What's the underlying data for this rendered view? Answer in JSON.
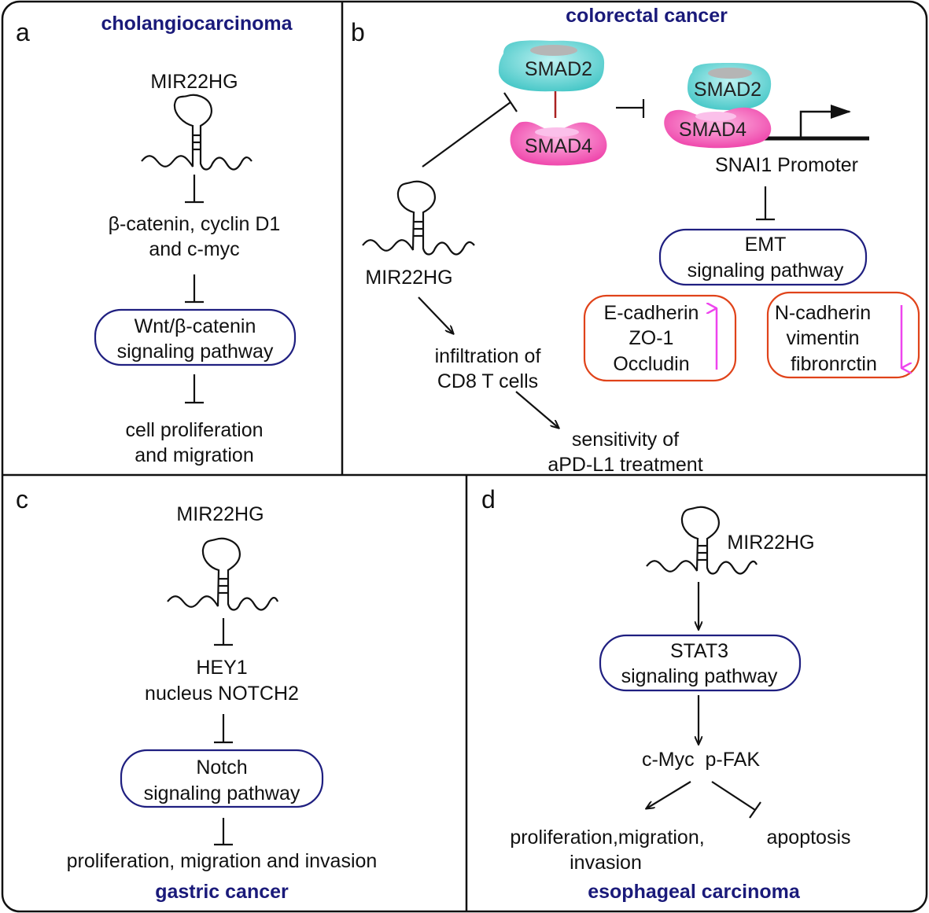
{
  "colors": {
    "title": "#1a1a7a",
    "pathway_border": "#1f1f80",
    "marker_border": "#e0431a",
    "up_down_arrow": "#ee44ee",
    "smad2": "#43c6c6",
    "smad4": "#ee3fa8",
    "smad_link": "#aa2222"
  },
  "panel_a": {
    "letter": "a",
    "title": "cholangiocarcinoma",
    "rna_label": "MIR22HG",
    "target_line1": "β-catenin, cyclin D1",
    "target_line2": "and c-myc",
    "pathway_line1": "Wnt/β-catenin",
    "pathway_line2": "signaling pathway",
    "outcome_line1": "cell proliferation",
    "outcome_line2": "and migration"
  },
  "panel_b": {
    "letter": "b",
    "title": "colorectal cancer",
    "smad2": "SMAD2",
    "smad4": "SMAD4",
    "smad2_bound": "SMAD2",
    "smad4_bound": "SMAD4",
    "promoter": "SNAI1 Promoter",
    "rna_label": "MIR22HG",
    "pathway_line1": "EMT",
    "pathway_line2": "signaling pathway",
    "up_markers": [
      "E-cadherin",
      "ZO-1",
      "Occludin"
    ],
    "down_markers": [
      "N-cadherin",
      "vimentin",
      "fibronrctin"
    ],
    "infiltration_line1": "infiltration of",
    "infiltration_line2": "CD8 T cells",
    "sensitivity_line1": "sensitivity of",
    "sensitivity_line2": "aPD-L1 treatment"
  },
  "panel_c": {
    "letter": "c",
    "rna_label": "MIR22HG",
    "target_line1": "HEY1",
    "target_line2": "nucleus NOTCH2",
    "pathway_line1": "Notch",
    "pathway_line2": "signaling pathway",
    "outcome": "proliferation, migration and invasion",
    "title": "gastric cancer"
  },
  "panel_d": {
    "letter": "d",
    "rna_label": "MIR22HG",
    "pathway_line1": "STAT3",
    "pathway_line2": "signaling pathway",
    "targets": "c-Myc  p-FAK",
    "outcome_left_line1": "proliferation,migration,",
    "outcome_left_line2": "invasion",
    "outcome_right": "apoptosis",
    "title": "esophageal carcinoma"
  }
}
